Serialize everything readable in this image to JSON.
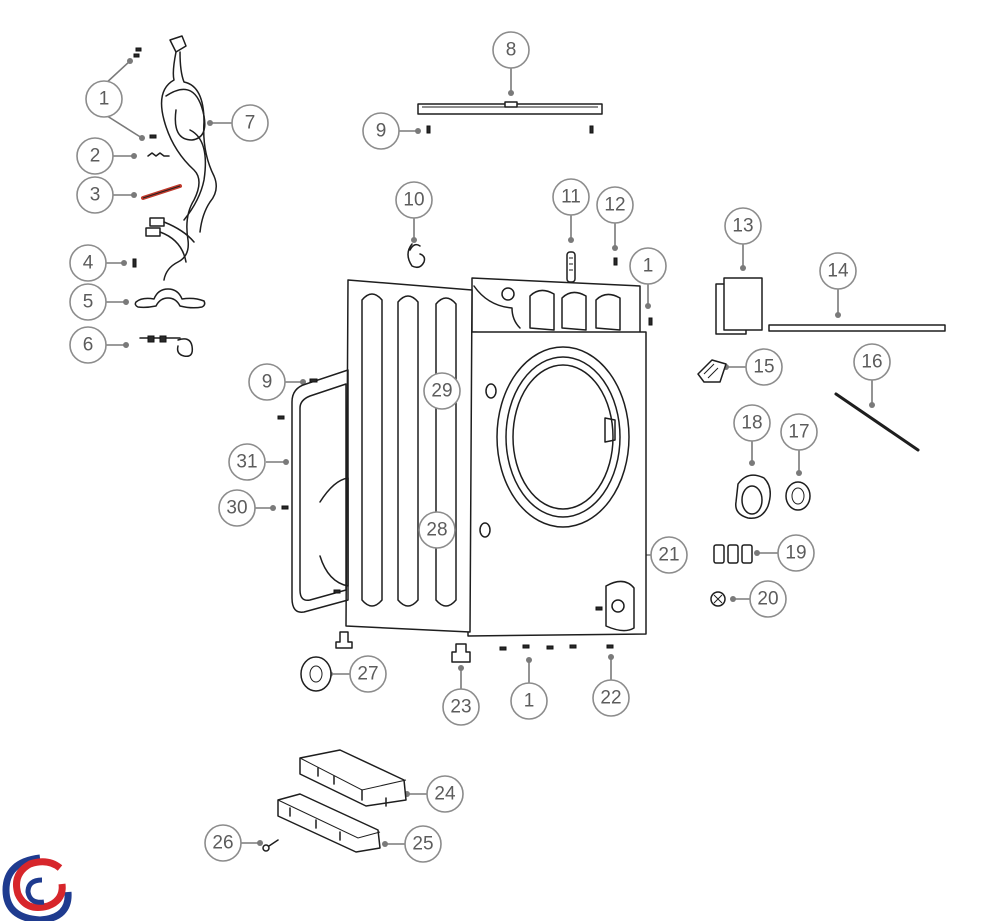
{
  "callouts": [
    {
      "id": "c1a",
      "label": "1"
    },
    {
      "id": "c2",
      "label": "2"
    },
    {
      "id": "c3",
      "label": "3"
    },
    {
      "id": "c4",
      "label": "4"
    },
    {
      "id": "c5",
      "label": "5"
    },
    {
      "id": "c6",
      "label": "6"
    },
    {
      "id": "c7",
      "label": "7"
    },
    {
      "id": "c8",
      "label": "8"
    },
    {
      "id": "c9a",
      "label": "9"
    },
    {
      "id": "c10",
      "label": "10"
    },
    {
      "id": "c11",
      "label": "11"
    },
    {
      "id": "c12",
      "label": "12"
    },
    {
      "id": "c1b",
      "label": "1"
    },
    {
      "id": "c13",
      "label": "13"
    },
    {
      "id": "c14",
      "label": "14"
    },
    {
      "id": "c15",
      "label": "15"
    },
    {
      "id": "c16",
      "label": "16"
    },
    {
      "id": "c9b",
      "label": "9"
    },
    {
      "id": "c29",
      "label": "29"
    },
    {
      "id": "c18",
      "label": "18"
    },
    {
      "id": "c17",
      "label": "17"
    },
    {
      "id": "c31",
      "label": "31"
    },
    {
      "id": "c30",
      "label": "30"
    },
    {
      "id": "c28",
      "label": "28"
    },
    {
      "id": "c21",
      "label": "21"
    },
    {
      "id": "c19",
      "label": "19"
    },
    {
      "id": "c20",
      "label": "20"
    },
    {
      "id": "c27",
      "label": "27"
    },
    {
      "id": "c23",
      "label": "23"
    },
    {
      "id": "c1c",
      "label": "1"
    },
    {
      "id": "c22",
      "label": "22"
    },
    {
      "id": "c24",
      "label": "24"
    },
    {
      "id": "c26",
      "label": "26"
    },
    {
      "id": "c25",
      "label": "25"
    }
  ],
  "colors": {
    "callout_stroke": "#8c8c8c",
    "callout_text": "#5c5c5c",
    "line_art": "#1e1e1e",
    "logo_red": "#d7262b",
    "logo_blue": "#1f3b8f"
  },
  "logo": {
    "icon": "brand-swirl-logo"
  }
}
